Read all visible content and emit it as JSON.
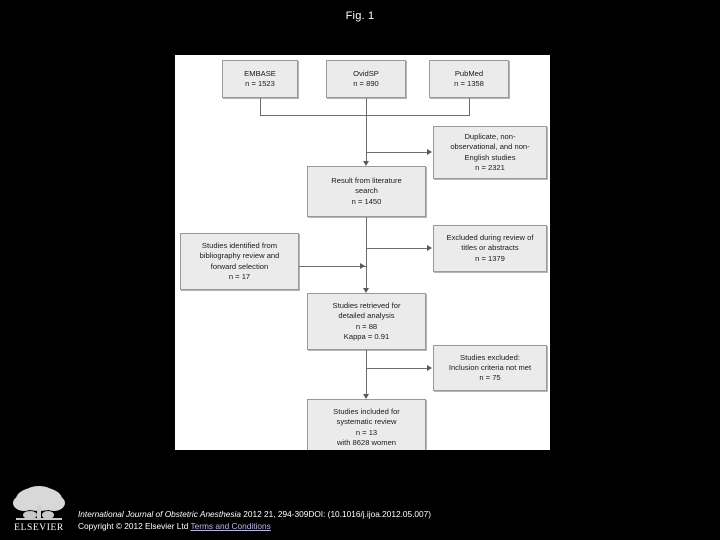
{
  "slide": {
    "title": "Fig. 1",
    "background_color": "#000000",
    "canvas_color": "#ffffff"
  },
  "diagram": {
    "type": "prisma-flow-chart",
    "node_fill": "#ebebeb",
    "node_border": "#9a9a9a",
    "nodes": [
      {
        "id": "embase",
        "lines": [
          "EMBASE",
          "n = 1523"
        ]
      },
      {
        "id": "ovidsp",
        "lines": [
          "OvidSP",
          "n = 890"
        ]
      },
      {
        "id": "pubmed",
        "lines": [
          "PubMed",
          "n = 1358"
        ]
      },
      {
        "id": "duplicate",
        "lines": [
          "Duplicate, non-",
          "observational, and non-",
          "English studies",
          "n  = 2321"
        ]
      },
      {
        "id": "result",
        "lines": [
          "Result from literature",
          "search",
          "n = 1450"
        ]
      },
      {
        "id": "excluded-titles",
        "lines": [
          "Excluded during review of",
          "titles or abstracts",
          "n  = 1379"
        ]
      },
      {
        "id": "bibliography",
        "lines": [
          "Studies identified from",
          "bibliography review and",
          "forward selection",
          "n = 17"
        ]
      },
      {
        "id": "retrieved",
        "lines": [
          "Studies retrieved for",
          "detailed analysis",
          "n = 88",
          "Kappa = 0.91"
        ]
      },
      {
        "id": "excluded-criteria",
        "lines": [
          "Studies excluded:",
          "Inclusion criteria not met",
          "n = 75"
        ]
      },
      {
        "id": "included",
        "lines": [
          "Studies included for",
          "systematic review",
          "n = 13",
          "with 8628 women"
        ]
      }
    ]
  },
  "footer": {
    "citation_journal": "International Journal of Obstetric Anesthesia",
    "citation_rest": " 2012 21, 294-309DOI: (10.1016/j.ijoa.2012.05.007)",
    "copyright": "Copyright © 2012 Elsevier Ltd ",
    "terms_link": "Terms and Conditions",
    "link_color": "#b9b9e8"
  },
  "logo": {
    "name": "ELSEVIER",
    "wordmark": "ELSEVIER"
  }
}
